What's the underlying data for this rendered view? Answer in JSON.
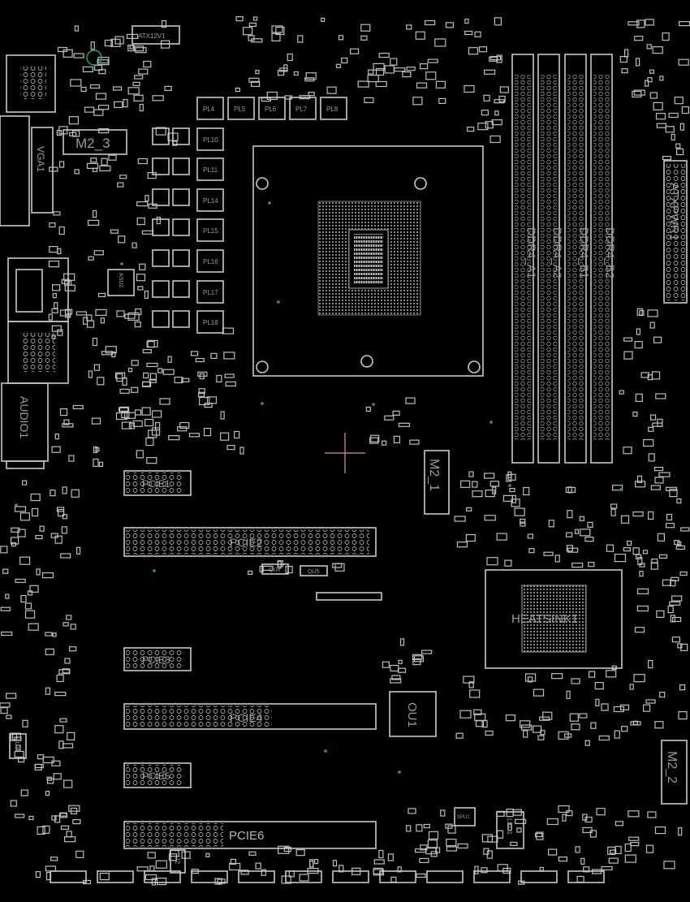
{
  "board": {
    "background": "#000000",
    "outline_color": "#c8c8c8",
    "via_color": "#1fa37a",
    "cursor_color": "#d79a9a"
  },
  "labels": {
    "m2_3": "M2_3",
    "m2_1": "M2_1",
    "m2_2": "M2_2",
    "vga": "VGA1",
    "audio": "AUDIO1",
    "atxpwr": "ATXPWR1",
    "dimm_a1": "DDR4_A1",
    "dimm_a2": "DDR4_A2",
    "dimm_b1": "DDR4_B1",
    "dimm_b2": "DDR4_B2",
    "pcie1": "PCIE1",
    "pcie2": "PCIE2",
    "pcie3": "PCIE3",
    "pcie4": "PCIE4",
    "pcie5": "PCIE5",
    "pcie6": "PCIE6",
    "heatsink": "HEATSINK1",
    "ou1": "OU1",
    "qu4": "QU4",
    "qu5": "QU5",
    "led1": "LED1",
    "spu1": "SPU1",
    "u2": "U2",
    "au3": "AU3",
    "asu2": "ASU2",
    "atx12v": "ATX12V1",
    "pl": [
      "PL4",
      "PL5",
      "PL6",
      "PL7",
      "PL8",
      "PL10",
      "PL11",
      "PL14",
      "PL15",
      "PL16",
      "PL17",
      "PL18"
    ]
  }
}
